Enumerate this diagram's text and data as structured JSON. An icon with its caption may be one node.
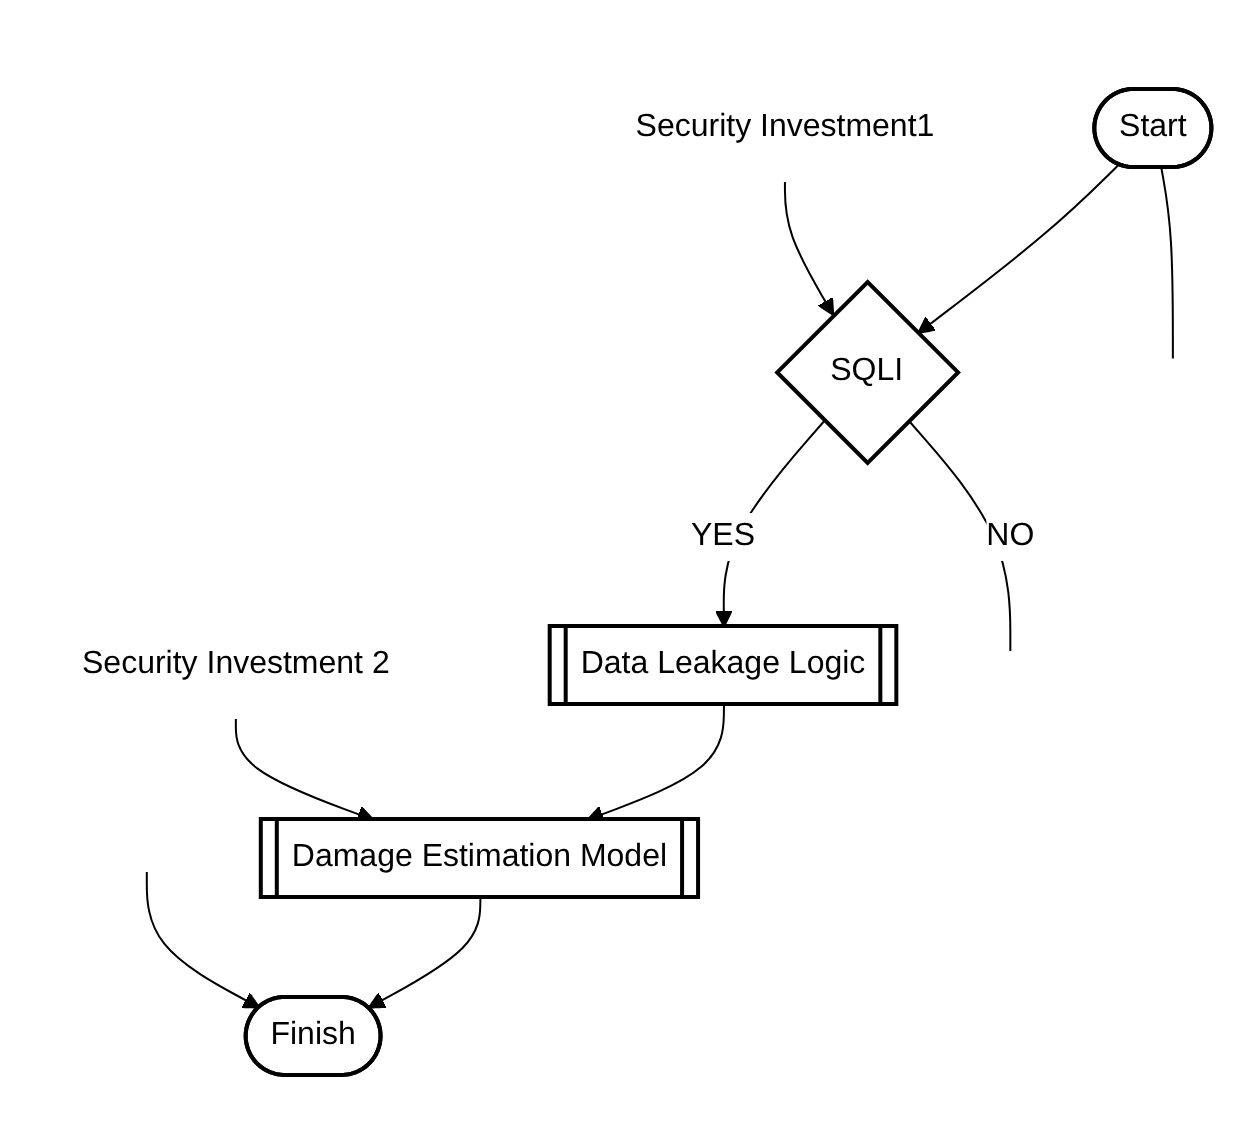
{
  "diagram": {
    "nodes": [
      {
        "text": [
          "Start"
        ]
      },
      {
        "text": [
          "Security Investment1"
        ]
      },
      {
        "text": [
          "SQLI"
        ]
      },
      {
        "text": [
          "Data Leakage Logic"
        ]
      },
      {
        "text": [
          "Security Investment 2"
        ]
      },
      {
        "text": [
          "Damage Estimation Model"
        ]
      },
      {
        "text": [
          "Finish"
        ]
      }
    ],
    "edges": [
      {
        "from": 0,
        "to": 2,
        "arrow": "to"
      },
      {
        "from": 1,
        "to": 2,
        "arrow": "to"
      },
      {
        "from": 2,
        "to": 3,
        "arrow": "to",
        "label": "YES"
      },
      {
        "from": 3,
        "to": 5,
        "arrow": "to"
      },
      {
        "from": 4,
        "to": 5,
        "arrow": "to"
      },
      {
        "from": 5,
        "to": 6,
        "arrow": "to"
      },
      {
        "from": 0,
        "to": null,
        "arrow": "none"
      },
      {
        "from": 2,
        "to": null,
        "arrow": "none",
        "label": "NO"
      },
      {
        "from": null,
        "to": 6,
        "arrow": "to"
      }
    ]
  }
}
